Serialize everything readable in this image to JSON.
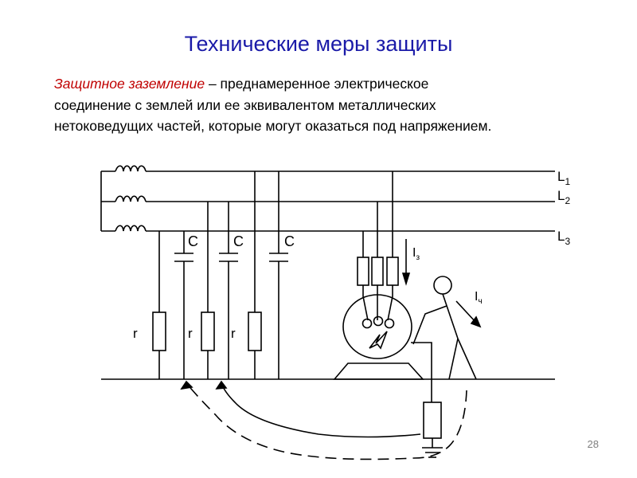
{
  "slide": {
    "title": "Технические меры защиты",
    "definition_term": "Защитное заземление",
    "definition_first_rest": " – преднамеренное электрическое",
    "definition_line2": "соединение с землей или ее эквивалентом металлических",
    "definition_line3": "нетоковедущих частей, которые могут оказаться под напряжением.",
    "page_number": "28"
  },
  "diagram": {
    "lines": [
      {
        "letter": "L",
        "index": "1"
      },
      {
        "letter": "L",
        "index": "2"
      },
      {
        "letter": "L",
        "index": "3"
      }
    ],
    "capacitor_label": "C",
    "resistor_label": "r",
    "ground_current": {
      "letter": "I",
      "sub": "з"
    },
    "body_current": {
      "letter": "I",
      "sub": "ч"
    }
  }
}
